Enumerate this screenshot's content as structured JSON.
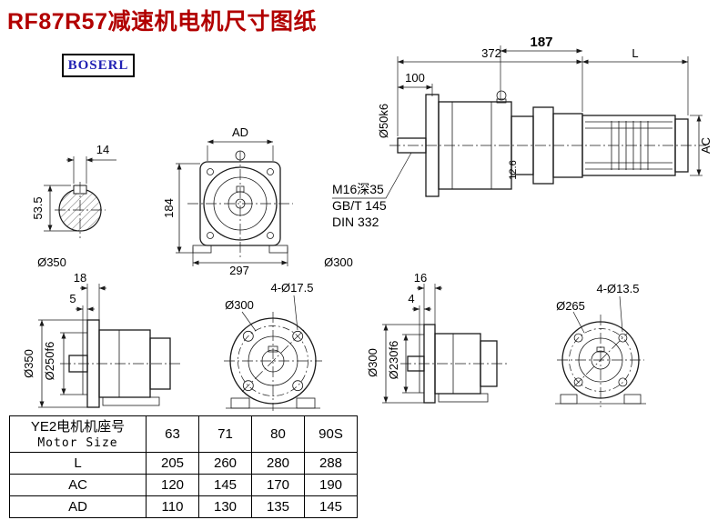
{
  "page": {
    "title": "RF87R57减速机电机尺寸图纸"
  },
  "logo": {
    "text": "BOSERL"
  },
  "side_view": {
    "dim_372": "372",
    "dim_187": "187",
    "dim_l": "L",
    "dim_100": "100",
    "shaft_dia": "Ø50k6",
    "dim_ac": "AC",
    "dim_12_6": "12.6",
    "notes": [
      "M16深35",
      "GB/T 145",
      "DIN 332"
    ]
  },
  "shaft_section": {
    "dim_14": "14",
    "dim_53_5": "53.5",
    "label_d350": "Ø350"
  },
  "front_view": {
    "dim_ad": "AD",
    "dim_184": "184",
    "dim_297": "297",
    "label_d300": "Ø300"
  },
  "flange_view_left": {
    "dim_18": "18",
    "dim_5": "5",
    "dia_outer": "Ø350",
    "dia_spigot": "Ø250f6",
    "dia_bolt_circle": "Ø300",
    "holes": "4-Ø17.5"
  },
  "flange_view_mid": {
    "dim_16": "16",
    "dim_4": "4",
    "dia_outer": "Ø300",
    "dia_spigot": "Ø230f6",
    "dia_bolt_circle": "Ø265",
    "holes": "4-Ø13.5"
  },
  "table": {
    "row_header_cn": "YE2电机机座号",
    "row_header_en": "Motor Size",
    "sizes": [
      "63",
      "71",
      "80",
      "90S"
    ],
    "rows": [
      {
        "label": "L",
        "values": [
          "205",
          "260",
          "280",
          "288"
        ]
      },
      {
        "label": "AC",
        "values": [
          "120",
          "145",
          "170",
          "190"
        ]
      },
      {
        "label": "AD",
        "values": [
          "110",
          "130",
          "135",
          "145"
        ]
      }
    ]
  }
}
